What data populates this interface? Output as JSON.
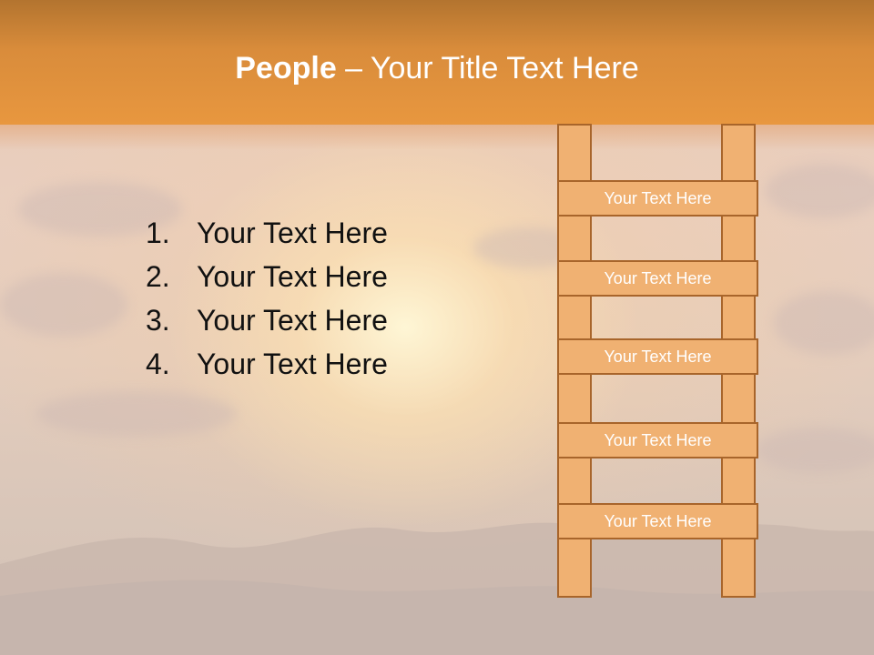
{
  "title": {
    "bold": "People",
    "rest": " – Your Title Text Here"
  },
  "list": [
    {
      "number": "1.",
      "text": "Your Text Here"
    },
    {
      "number": "2.",
      "text": "Your Text Here"
    },
    {
      "number": "3.",
      "text": "Your Text Here"
    },
    {
      "number": "4.",
      "text": "Your Text Here"
    }
  ],
  "ladder": {
    "rungs": [
      "Your Text Here",
      "Your Text Here",
      "Your Text Here",
      "Your Text Here",
      "Your Text Here"
    ]
  },
  "colors": {
    "header": "#e8973f",
    "ladder_fill": "#f0b172",
    "ladder_border": "#a8652b",
    "title_text": "#ffffff",
    "body_text": "#111111"
  }
}
